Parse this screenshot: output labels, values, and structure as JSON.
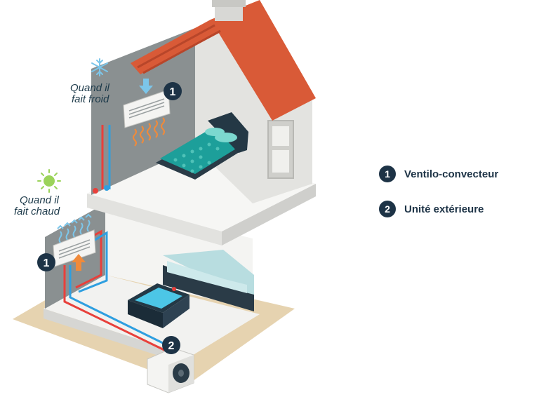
{
  "labels": {
    "cold": [
      "Quand il",
      "fait froid"
    ],
    "warm": [
      "Quand il",
      "fait chaud"
    ]
  },
  "badges": {
    "one": "1",
    "two": "2"
  },
  "legend": [
    {
      "number": "1",
      "text": "Ventilo-convecteur"
    },
    {
      "number": "2",
      "text": "Unité extérieure"
    }
  ],
  "colors": {
    "navy": "#1d3346",
    "roof": "#d95a37",
    "wall_grey": "#8a9091",
    "pipe_red": "#e8403b",
    "pipe_blue": "#2e9fe0",
    "teal_bed": "#1d9f9a",
    "sun_green": "#9bd35a",
    "snow_blue": "#7cc6ea",
    "ground": "#e6d3b0"
  },
  "icons": [
    "snowflake-icon",
    "sun-icon",
    "cool-arrow-icon",
    "heat-arrow-icon"
  ]
}
